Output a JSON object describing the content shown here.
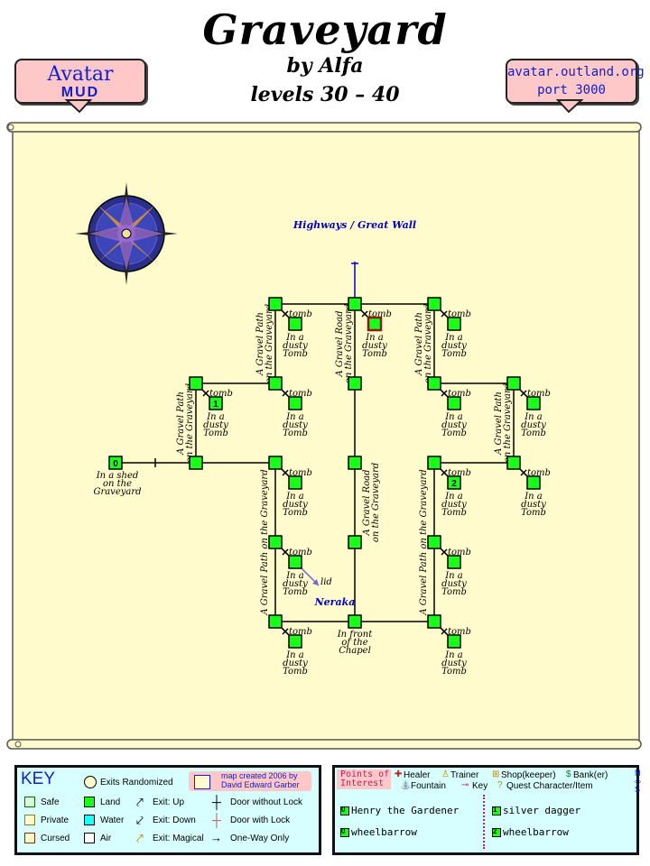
{
  "header": {
    "title": "Graveyard",
    "author": "by Alfa",
    "levels": "levels 30 – 40",
    "badge_left_line1": "Avatar",
    "badge_left_line2": "MUD",
    "badge_right_line1": "avatar.outland.org",
    "badge_right_line2": "port 3000"
  },
  "map": {
    "exit_label": "Highways / Great Wall",
    "area_label": "Neraka",
    "lid_label": "lid",
    "tomb_label": "tomb",
    "room_names": {
      "shed": "In a shed on the Graveyard",
      "chapel": "In front of the Chapel",
      "tomb": "In a dusty Tomb"
    },
    "path_labels": {
      "gravel_path": "A Gravel Path on the Graveyard",
      "gravel_road": "A Gravel Road on the Graveyard"
    },
    "room_numbers": [
      "0",
      "1",
      "2"
    ]
  },
  "key": {
    "title": "KEY",
    "exits_randomized": "Exits Randomized",
    "credit_line1": "map created 2006 by",
    "credit_line2": "David Edward Garber",
    "safe": "Safe",
    "private": "Private",
    "cursed": "Cursed",
    "land": "Land",
    "water": "Water",
    "air": "Air",
    "exit_up": "Exit: Up",
    "exit_down": "Exit: Down",
    "exit_magical": "Exit: Magical",
    "door_without_lock": "Door without Lock",
    "door_with_lock": "Door with Lock",
    "one_way": "One-Way Only"
  },
  "poi": {
    "title_line1": "Points of",
    "title_line2": "Interest",
    "healer": "Healer",
    "trainer": "Trainer",
    "shop": "Shop(keeper)",
    "bank": "Bank(er)",
    "fountain": "Fountain",
    "key_item": "Key",
    "quest": "Quest Character/Item",
    "mobs": [
      {
        "num": "0",
        "name": "Henry the Gardener"
      },
      {
        "num": "0",
        "name": "wheelbarrow"
      }
    ],
    "items": [
      {
        "num": "1",
        "name": "silver dagger"
      },
      {
        "num": "2",
        "name": "wheelbarrow"
      }
    ]
  },
  "colors": {
    "parchment": "#fffbcc",
    "room_green": "#19ff19",
    "badge_pink": "#ffc8c8",
    "key_bg": "#d8ffff",
    "label_blue": "#0000d0"
  }
}
